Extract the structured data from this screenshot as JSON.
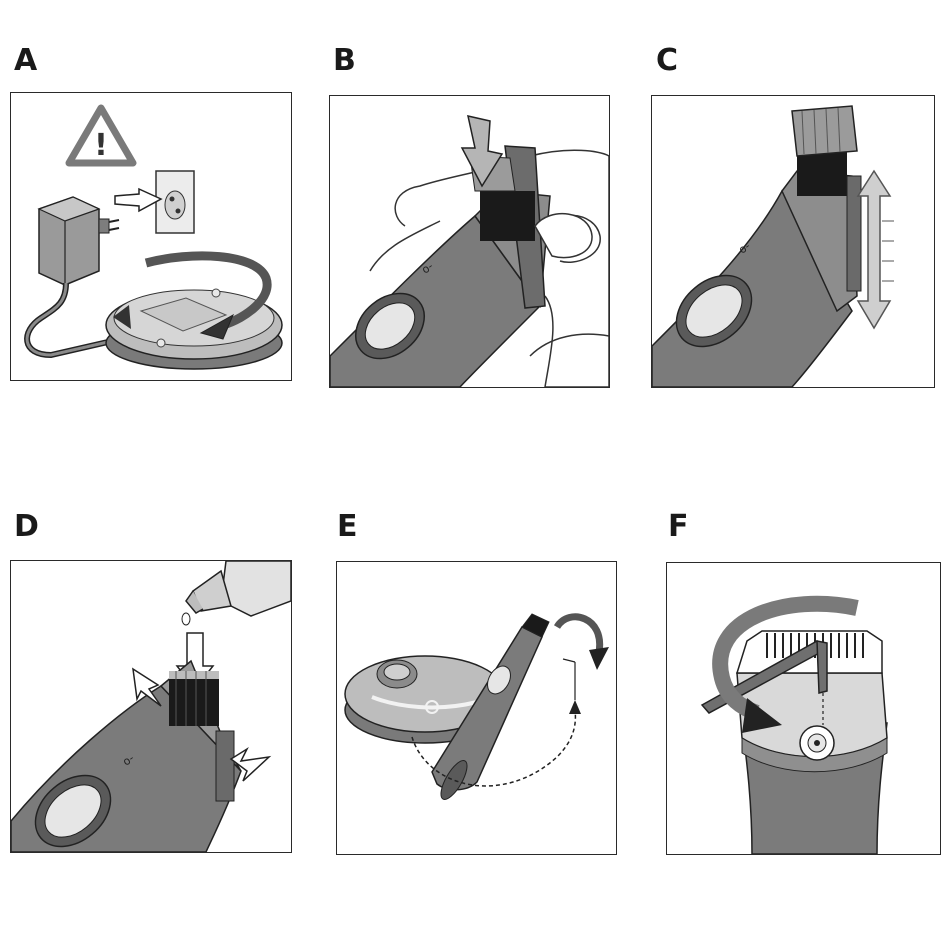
{
  "panels": [
    {
      "id": "a",
      "label": "A"
    },
    {
      "id": "b",
      "label": "B"
    },
    {
      "id": "c",
      "label": "C"
    },
    {
      "id": "d",
      "label": "D"
    },
    {
      "id": "e",
      "label": "E"
    },
    {
      "id": "f",
      "label": "F"
    }
  ],
  "warning_symbol": "!",
  "device_body_color": "#7b7b7b",
  "device_dark_color": "#4e4e4e",
  "line_color": "#2a2a2a"
}
